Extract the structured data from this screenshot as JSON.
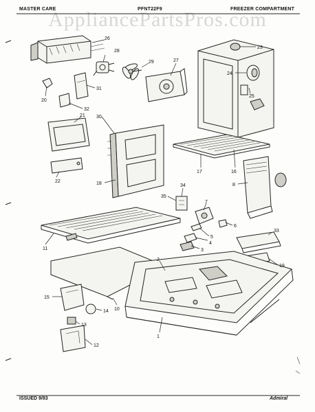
{
  "header": {
    "left": "MASTER CARE",
    "center": "PFNT22F9",
    "right": "FREEZER COMPARTMENT"
  },
  "watermark": "AppliancePartsPros.com",
  "footer": {
    "issued": "ISSUED 9/83",
    "logo": "Admiral"
  },
  "callouts": {
    "c1": "1",
    "c2": "2",
    "c3": "3",
    "c4": "4",
    "c5": "5",
    "c6": "6",
    "c7": "7",
    "c8": "8",
    "c10": "10",
    "c11": "11",
    "c12": "12",
    "c13": "13",
    "c14": "14",
    "c15": "15",
    "c16": "16",
    "c17": "17",
    "c18": "18",
    "c19": "19",
    "c20": "20",
    "c21": "21",
    "c22": "22",
    "c23": "23",
    "c24": "24",
    "c25": "25",
    "c26": "26",
    "c27": "27",
    "c28": "28",
    "c29": "29",
    "c30": "30",
    "c31": "31",
    "c32": "32",
    "c33": "33",
    "c34": "34",
    "c35": "35"
  }
}
